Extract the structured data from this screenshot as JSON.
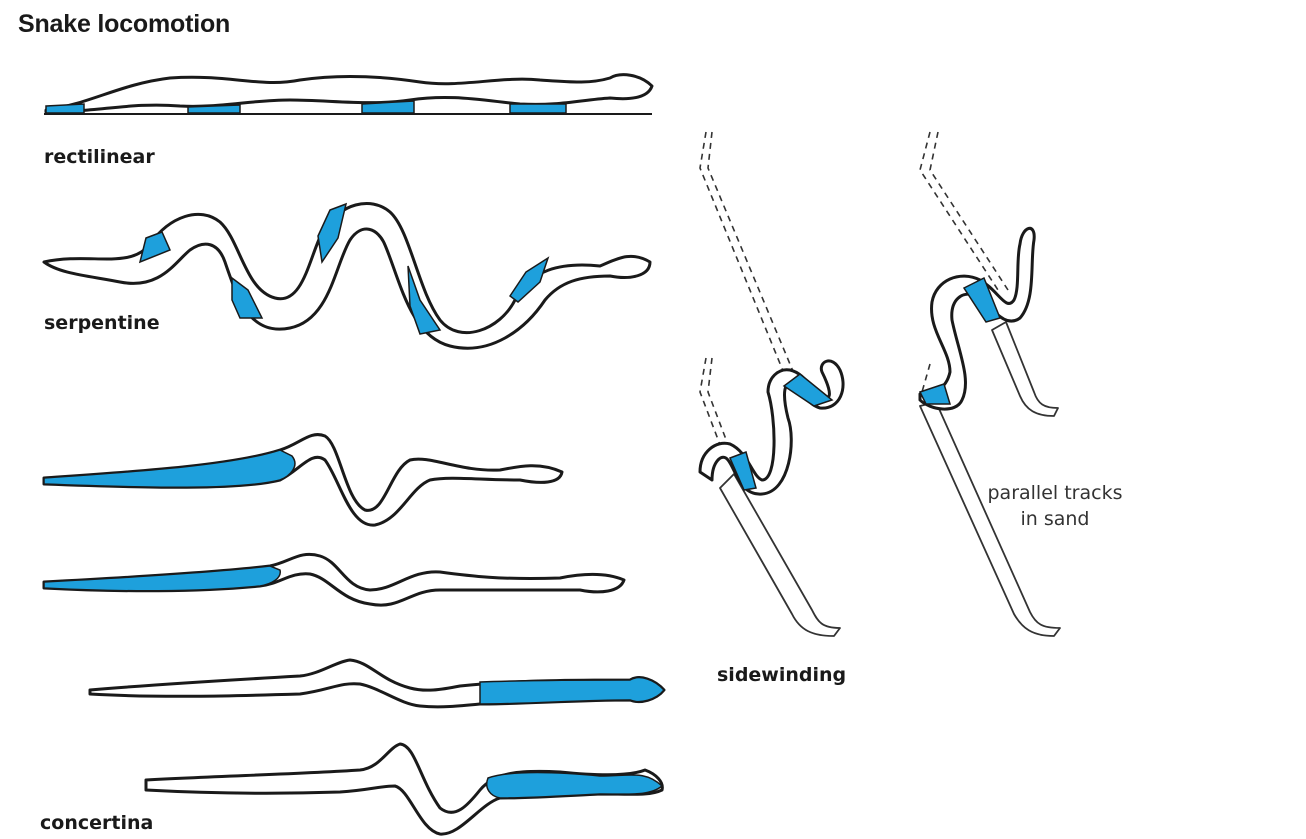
{
  "title": "Snake locomotion",
  "labels": {
    "rectilinear": "rectilinear",
    "serpentine": "serpentine",
    "concertina": "concertina",
    "sidewinding": "sidewinding"
  },
  "note": {
    "line1": "parallel tracks",
    "line2": "in sand"
  },
  "colors": {
    "accent": "#1ea0dc",
    "outline": "#1a1a1a"
  }
}
